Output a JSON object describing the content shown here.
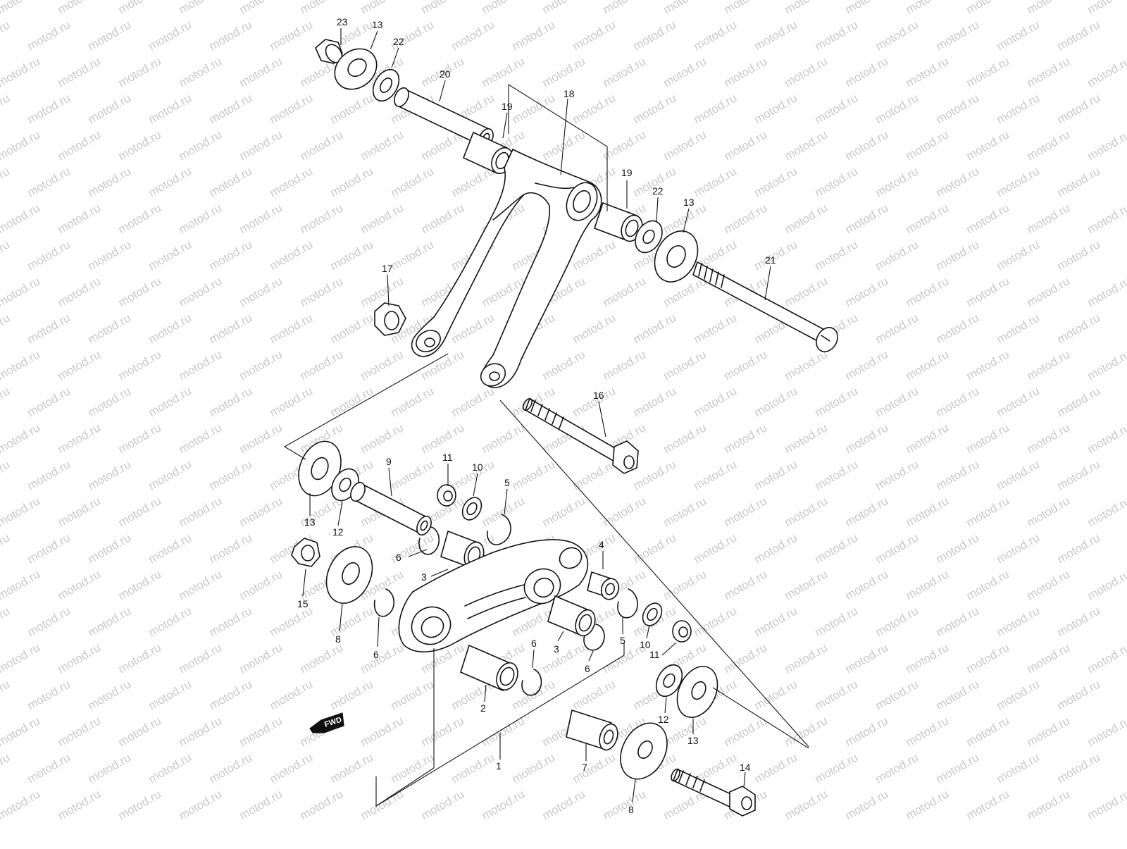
{
  "watermark": {
    "text": "motod.ru"
  },
  "fwd_badge": {
    "text": "FWD"
  },
  "labels": {
    "l23": "23",
    "l13a": "13",
    "l22a": "22",
    "l20": "20",
    "l19a": "19",
    "l18": "18",
    "l19b": "19",
    "l22b": "22",
    "l13b": "13",
    "l21": "21",
    "l17": "17",
    "l16": "16",
    "l11a": "11",
    "l10a": "10",
    "l9": "9",
    "l5a": "5",
    "l13c": "13",
    "l12a": "12",
    "l6a": "6",
    "l3a": "3",
    "l4": "4",
    "l15": "15",
    "l8a": "8",
    "l6b": "6",
    "l6c": "6",
    "l3b": "3",
    "l6d": "6",
    "l5b": "5",
    "l10b": "10",
    "l11b": "11",
    "l2": "2",
    "l12b": "12",
    "l13d": "13",
    "l1": "1",
    "l7": "7",
    "l8b": "8",
    "l14": "14"
  }
}
